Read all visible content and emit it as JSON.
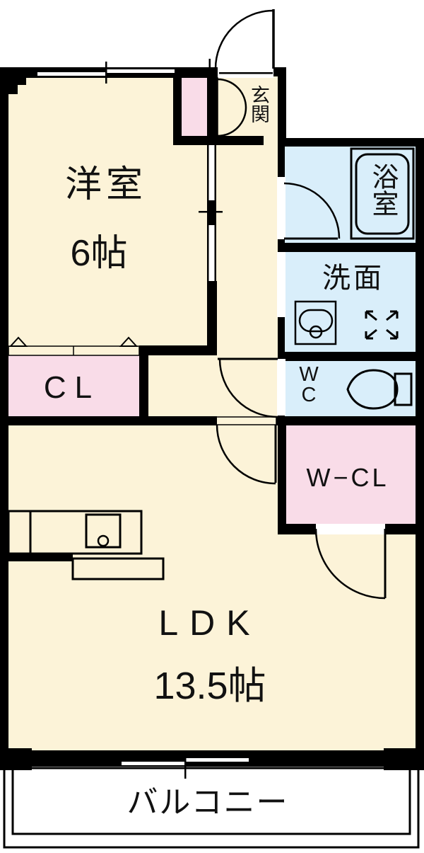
{
  "floorplan": {
    "rooms": {
      "western_room": {
        "name": "洋室",
        "size": "6帖"
      },
      "entrance": {
        "name": "玄関"
      },
      "bathroom": {
        "name": "浴室"
      },
      "washroom": {
        "name": "洗面"
      },
      "toilet": {
        "line1": "W",
        "line2": "C"
      },
      "walk_in_closet": {
        "name": "W−CL"
      },
      "closet": {
        "name": "CL"
      },
      "ldk": {
        "name": "LDK",
        "size": "13.5帖"
      },
      "balcony": {
        "name": "バルコニー"
      }
    },
    "colors": {
      "floor": "#FCF3D8",
      "wet_area": "#D9EEFA",
      "closet_pink": "#F9DCE8",
      "wall": "#000000",
      "background": "#FFFFFF"
    }
  }
}
